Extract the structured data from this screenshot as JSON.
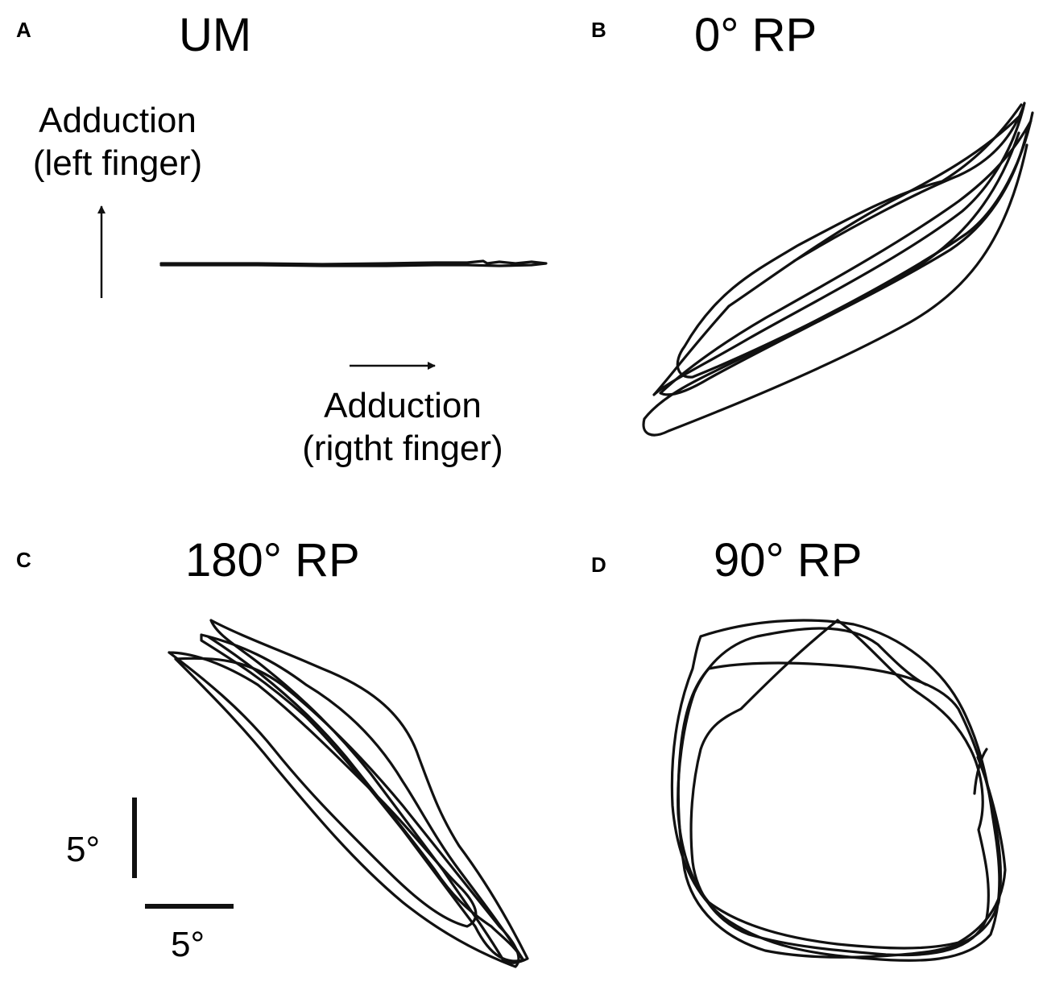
{
  "panels": [
    {
      "letter": "A",
      "title": "UM"
    },
    {
      "letter": "B",
      "title": "0° RP"
    },
    {
      "letter": "C",
      "title": "180° RP"
    },
    {
      "letter": "D",
      "title": "90° RP"
    }
  ],
  "axes": {
    "y_label_line1": "Adduction",
    "y_label_line2": "(left finger)",
    "x_label_line1": "Adduction",
    "x_label_line2": "(rigtht finger)"
  },
  "scale_bar": {
    "vertical_label": "5°",
    "horizontal_label": "5°"
  },
  "colors": {
    "ink": "#111111",
    "background": "#ffffff"
  }
}
